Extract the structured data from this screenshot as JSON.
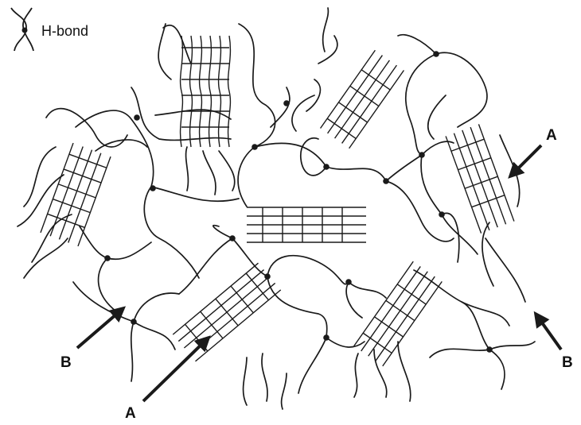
{
  "legend": {
    "text": "H-bond",
    "icon": "h-bond-icon"
  },
  "labels": {
    "a": "A",
    "b": "B"
  },
  "colors": {
    "ink": "#1a1a1a",
    "background": "#ffffff"
  }
}
